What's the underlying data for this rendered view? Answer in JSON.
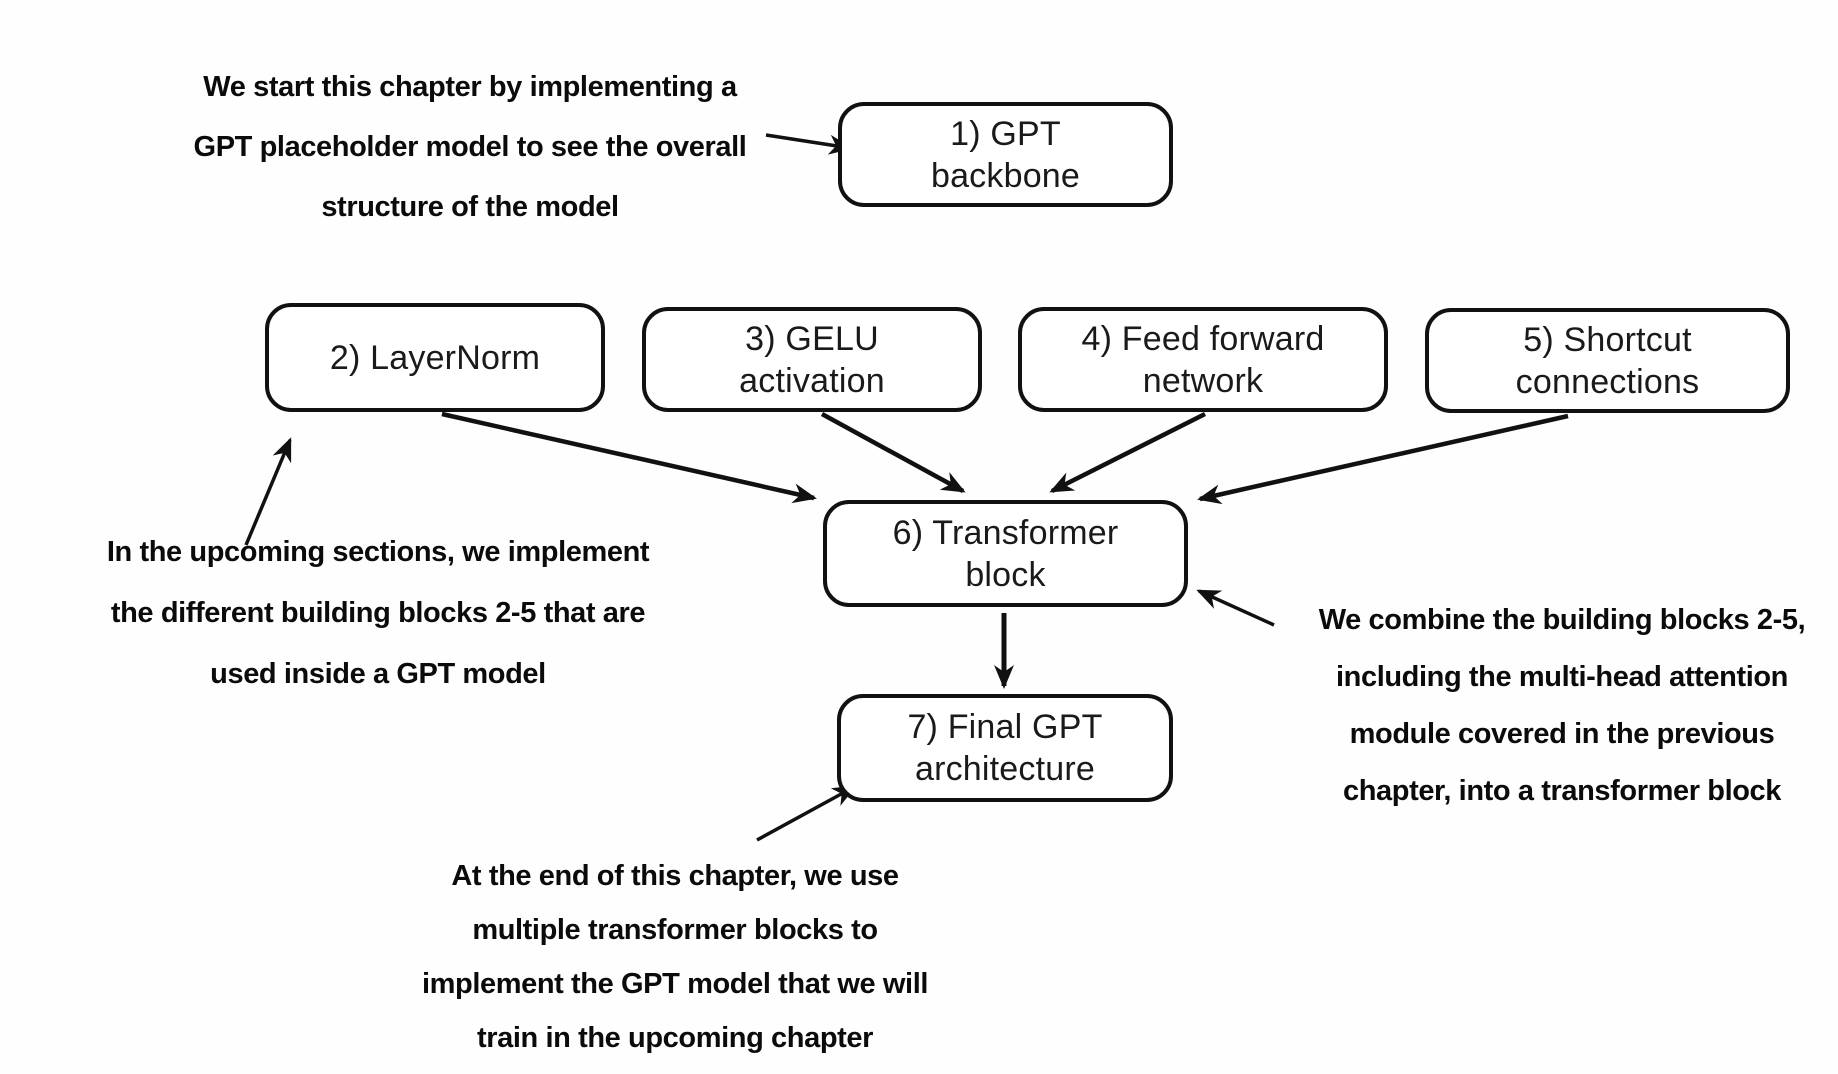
{
  "diagram": {
    "background_color": "#fefefe",
    "stroke_color": "#111111",
    "node_fill_color": "#ffffff",
    "nodes": [
      {
        "id": "gpt-backbone",
        "label": "1) GPT\nbackbone"
      },
      {
        "id": "layernorm",
        "label": "2) LayerNorm"
      },
      {
        "id": "gelu-activation",
        "label": "3) GELU\nactivation"
      },
      {
        "id": "feed-forward-network",
        "label": "4) Feed forward\nnetwork"
      },
      {
        "id": "shortcut-connections",
        "label": "5) Shortcut\nconnections"
      },
      {
        "id": "transformer-block",
        "label": "6) Transformer\nblock"
      },
      {
        "id": "final-gpt-architecture",
        "label": "7) Final GPT\narchitecture"
      }
    ],
    "annotations": [
      {
        "id": "intro-note",
        "text": "We start this chapter by implementing a\nGPT placeholder model to see the overall\nstructure of the model"
      },
      {
        "id": "building-blocks-note",
        "text": "In the upcoming sections, we implement\nthe different building blocks 2-5 that are\nused inside a GPT model"
      },
      {
        "id": "combine-note",
        "text": "We combine the building blocks 2-5,\nincluding the multi-head attention\nmodule covered in the previous\nchapter, into a transformer block"
      },
      {
        "id": "final-note",
        "text": "At the end of this chapter, we use\nmultiple transformer blocks to\nimplement the GPT model that we will\ntrain in the upcoming chapter"
      }
    ],
    "edges": [
      {
        "from": "intro-note",
        "to": "gpt-backbone"
      },
      {
        "from": "layernorm",
        "to": "transformer-block"
      },
      {
        "from": "gelu-activation",
        "to": "transformer-block"
      },
      {
        "from": "feed-forward-network",
        "to": "transformer-block"
      },
      {
        "from": "shortcut-connections",
        "to": "transformer-block"
      },
      {
        "from": "building-blocks-note",
        "to": "layernorm"
      },
      {
        "from": "combine-note",
        "to": "transformer-block"
      },
      {
        "from": "transformer-block",
        "to": "final-gpt-architecture"
      },
      {
        "from": "final-note",
        "to": "final-gpt-architecture"
      }
    ]
  }
}
